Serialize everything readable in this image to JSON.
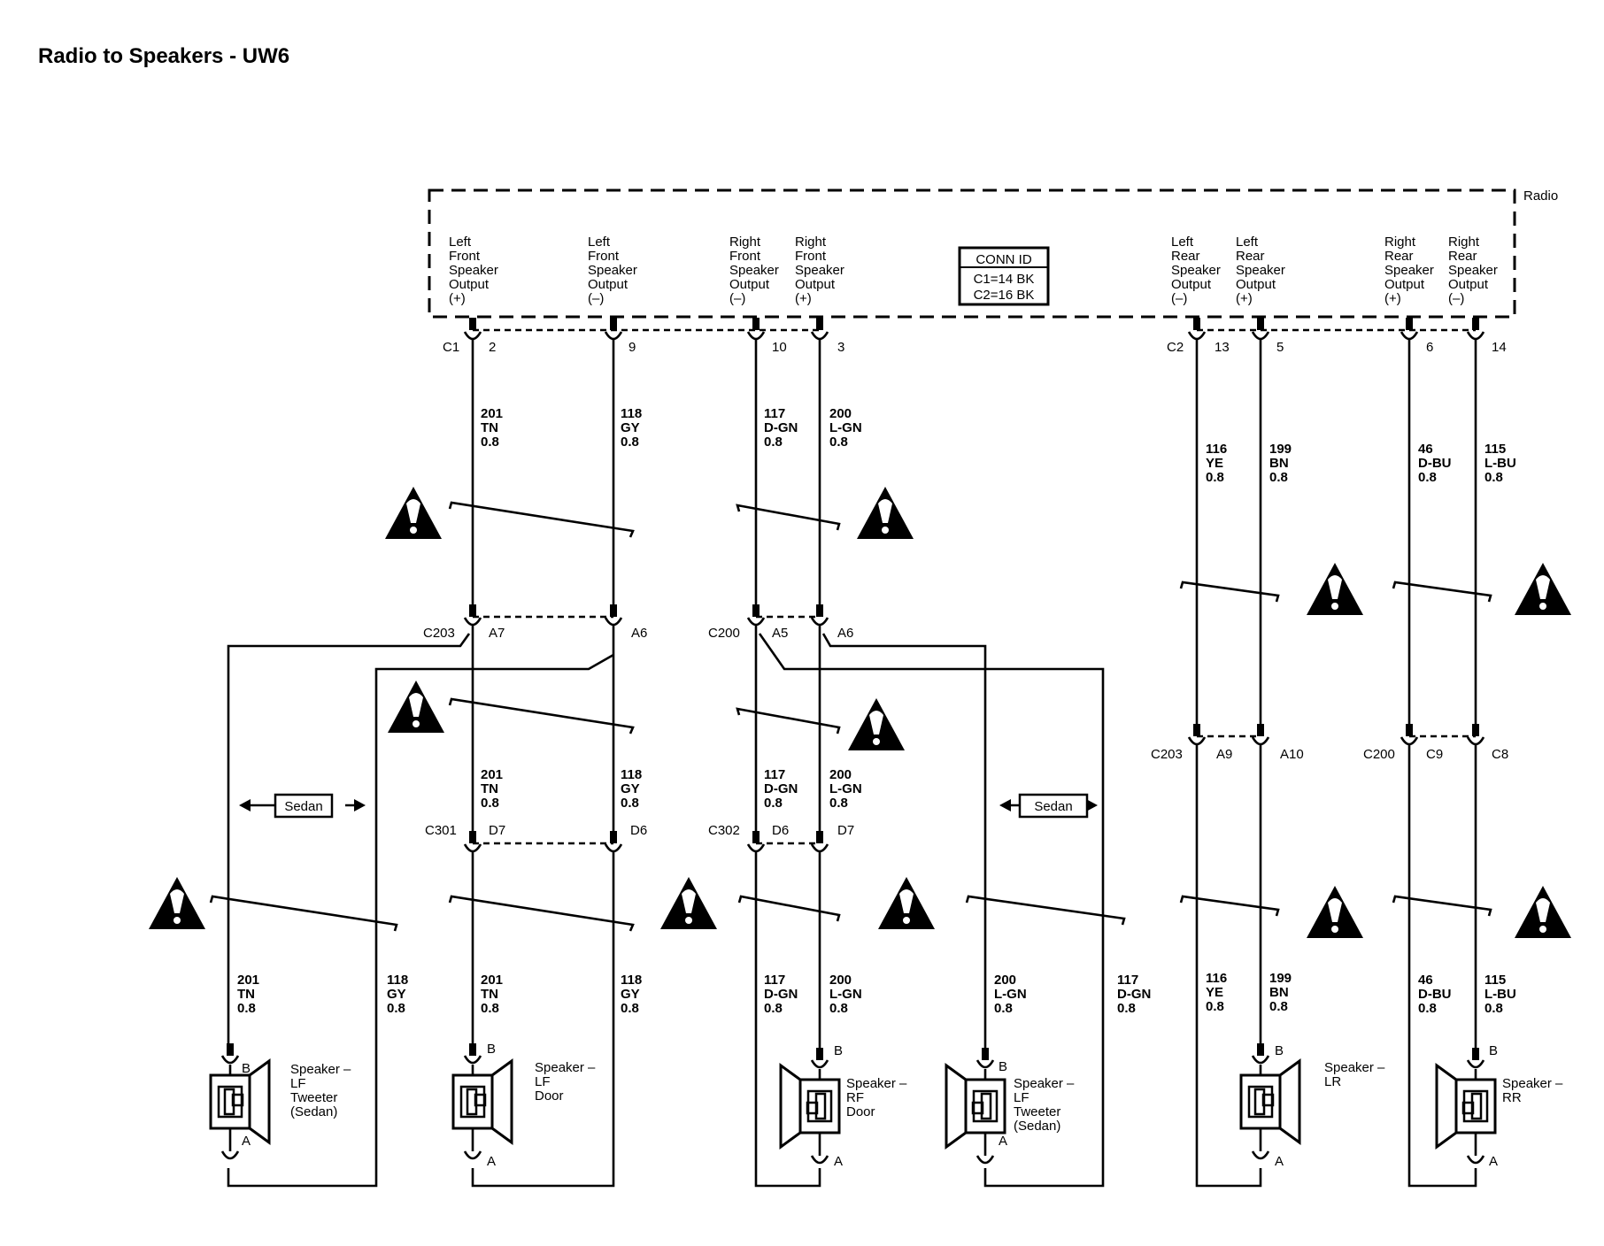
{
  "title": "Radio to Speakers - UW6",
  "radio": {
    "label": "Radio",
    "outputs": [
      [
        "Left",
        "Front",
        "Speaker",
        "Output",
        "(+)"
      ],
      [
        "Left",
        "Front",
        "Speaker",
        "Output",
        "(–)"
      ],
      [
        "Right",
        "Front",
        "Speaker",
        "Output",
        "(–)"
      ],
      [
        "Right",
        "Front",
        "Speaker",
        "Output",
        "(+)"
      ],
      [
        "Left",
        "Rear",
        "Speaker",
        "Output",
        "(–)"
      ],
      [
        "Left",
        "Rear",
        "Speaker",
        "Output",
        "(+)"
      ],
      [
        "Right",
        "Rear",
        "Speaker",
        "Output",
        "(+)"
      ],
      [
        "Right",
        "Rear",
        "Speaker",
        "Output",
        "(–)"
      ]
    ],
    "conn_id": {
      "title": "CONN ID",
      "lines": [
        "C1=14 BK",
        "C2=16 BK"
      ]
    }
  },
  "connectors": {
    "c1": "C1",
    "c2": "C2",
    "c203": "C203",
    "c200": "C200",
    "c301": "C301",
    "c302": "C302"
  },
  "pins": {
    "top": [
      "2",
      "9",
      "10",
      "3",
      "13",
      "5",
      "6",
      "14"
    ],
    "mid": [
      "A7",
      "A6",
      "A5",
      "A6",
      "A9",
      "A10",
      "C9",
      "C8"
    ],
    "low": [
      "D7",
      "D6",
      "D6",
      "D7"
    ],
    "speaker": [
      "B",
      "A"
    ]
  },
  "wires": {
    "top": [
      [
        "201",
        "TN",
        "0.8"
      ],
      [
        "118",
        "GY",
        "0.8"
      ],
      [
        "117",
        "D-GN",
        "0.8"
      ],
      [
        "200",
        "L-GN",
        "0.8"
      ],
      [
        "116",
        "YE",
        "0.8"
      ],
      [
        "199",
        "BN",
        "0.8"
      ],
      [
        "46",
        "D-BU",
        "0.8"
      ],
      [
        "115",
        "L-BU",
        "0.8"
      ]
    ],
    "mid": [
      [
        "201",
        "TN",
        "0.8"
      ],
      [
        "118",
        "GY",
        "0.8"
      ],
      [
        "117",
        "D-GN",
        "0.8"
      ],
      [
        "200",
        "L-GN",
        "0.8"
      ]
    ],
    "bottom": [
      [
        "201",
        "TN",
        "0.8"
      ],
      [
        "118",
        "GY",
        "0.8"
      ],
      [
        "201",
        "TN",
        "0.8"
      ],
      [
        "118",
        "GY",
        "0.8"
      ],
      [
        "117",
        "D-GN",
        "0.8"
      ],
      [
        "200",
        "L-GN",
        "0.8"
      ],
      [
        "200",
        "L-GN",
        "0.8"
      ],
      [
        "117",
        "D-GN",
        "0.8"
      ],
      [
        "116",
        "YE",
        "0.8"
      ],
      [
        "199",
        "BN",
        "0.8"
      ],
      [
        "46",
        "D-BU",
        "0.8"
      ],
      [
        "115",
        "L-BU",
        "0.8"
      ]
    ]
  },
  "option_label": "Sedan",
  "speakers": [
    [
      "Speaker –",
      "LF",
      "Tweeter",
      "(Sedan)"
    ],
    [
      "Speaker –",
      "LF",
      "Door"
    ],
    [
      "Speaker –",
      "RF",
      "Door"
    ],
    [
      "Speaker –",
      "LF",
      "Tweeter",
      "(Sedan)"
    ],
    [
      "Speaker –",
      "LR"
    ],
    [
      "Speaker –",
      "RR"
    ]
  ],
  "icons": [
    "warning-icon"
  ],
  "colors": {
    "ink": "#000000",
    "background": "#ffffff"
  }
}
